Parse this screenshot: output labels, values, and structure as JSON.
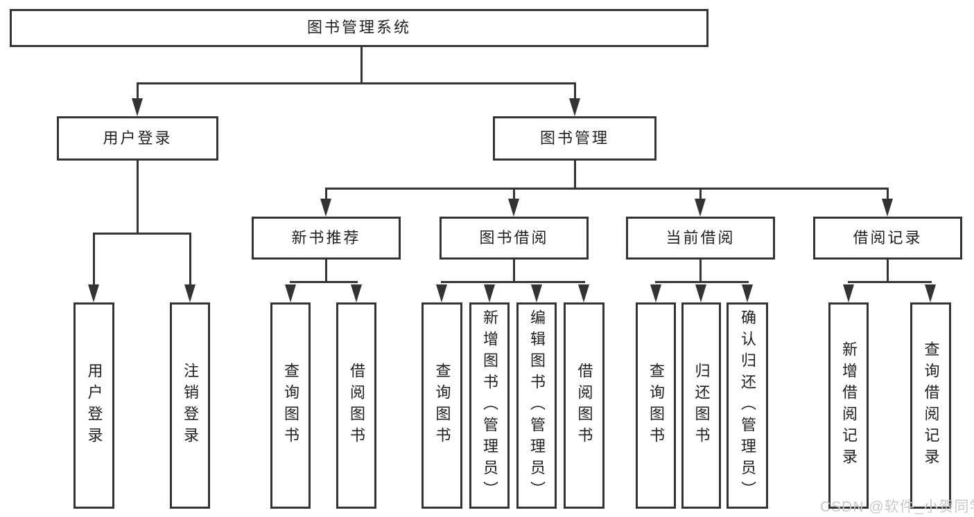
{
  "diagram": {
    "root": {
      "label": "图书管理系统"
    },
    "branches": [
      {
        "label": "用户登录",
        "children": [
          {
            "label": "用户登录"
          },
          {
            "label": "注销登录"
          }
        ]
      },
      {
        "label": "图书管理",
        "children": [
          {
            "label": "新书推荐",
            "children": [
              {
                "label": "查询图书"
              },
              {
                "label": "借阅图书"
              }
            ]
          },
          {
            "label": "图书借阅",
            "children": [
              {
                "label": "查询图书"
              },
              {
                "label": "新增图书（管理员）"
              },
              {
                "label": "编辑图书（管理员）"
              },
              {
                "label": "借阅图书"
              }
            ]
          },
          {
            "label": "当前借阅",
            "children": [
              {
                "label": "查询图书"
              },
              {
                "label": "归还图书"
              },
              {
                "label": "确认归还（管理员）"
              }
            ]
          },
          {
            "label": "借阅记录",
            "children": [
              {
                "label": "新增借阅记录"
              },
              {
                "label": "查询借阅记录"
              }
            ]
          }
        ]
      }
    ]
  },
  "watermark": {
    "text": "CSDN @软件_小贺同学"
  },
  "colors": {
    "line": "#333333",
    "text": "#1f1f1f",
    "watermark": "#c8c8c8",
    "background": "#ffffff"
  }
}
